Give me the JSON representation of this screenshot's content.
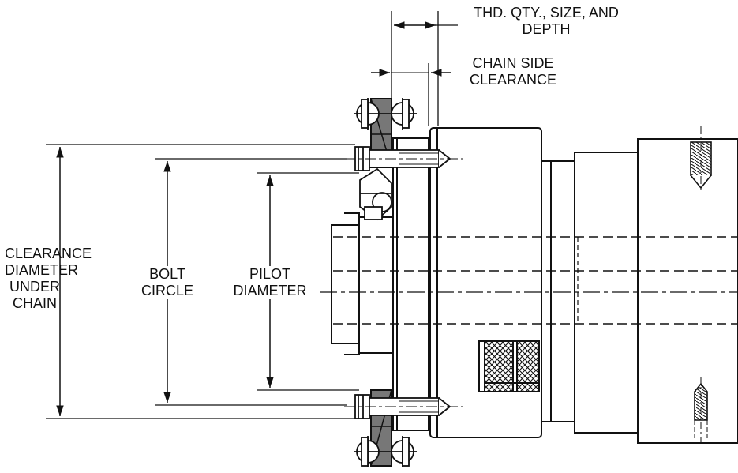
{
  "labels": {
    "clearance_diameter": [
      "CLEARANCE",
      "DIAMETER",
      "UNDER",
      "CHAIN"
    ],
    "bolt_circle": [
      "BOLT",
      "CIRCLE"
    ],
    "pilot_diameter": [
      "PILOT",
      "DIAMETER"
    ],
    "thread_spec": [
      "THD. QTY., SIZE, AND",
      "DEPTH"
    ],
    "chain_side_clearance": [
      "CHAIN SIDE",
      "CLEARANCE"
    ]
  },
  "colors": {
    "line": "#111111",
    "sprocket_fill": "#777777",
    "background": "#ffffff"
  }
}
